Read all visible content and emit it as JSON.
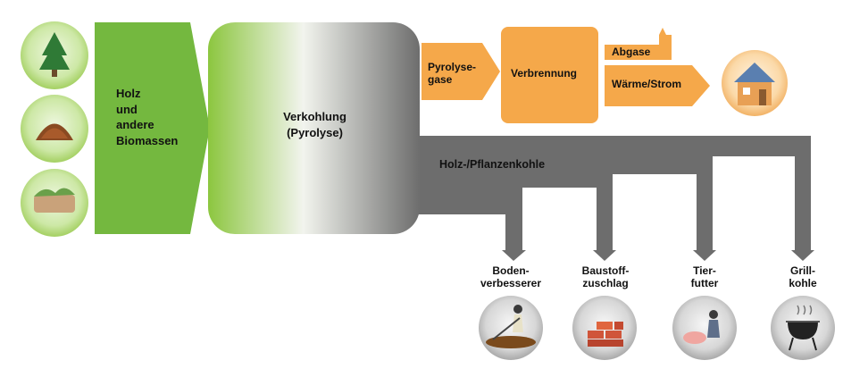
{
  "input": {
    "label_lines": [
      "Holz",
      "und",
      "andere",
      "Biomassen"
    ],
    "icons": [
      "tree-icon",
      "wood-chips-icon",
      "biomass-pile-icon"
    ]
  },
  "process": {
    "label_lines": [
      "Verkohlung",
      "(Pyrolyse)"
    ]
  },
  "pyrolysis_gas": {
    "label_lines": [
      "Pyrolyse-",
      "gase"
    ]
  },
  "combustion": {
    "label": "Verbrennung"
  },
  "exhaust": {
    "label": "Abgase"
  },
  "heat_power": {
    "label": "Wärme/Strom",
    "icon": "house-icon"
  },
  "char": {
    "label": "Holz-/Pflanzenkohle"
  },
  "products": [
    {
      "lines": [
        "Boden-",
        "verbesserer"
      ],
      "icon": "farmer-soil-icon"
    },
    {
      "lines": [
        "Baustoff-",
        "zuschlag"
      ],
      "icon": "bricks-icon"
    },
    {
      "lines": [
        "Tier-",
        "futter"
      ],
      "icon": "farmer-pig-icon"
    },
    {
      "lines": [
        "Grill-",
        "kohle"
      ],
      "icon": "grill-icon"
    }
  ],
  "colors": {
    "green_arrow": "#74b83f",
    "green_circle": "#a9d468",
    "orange": "#f5a84a",
    "gray": "#6d6d6d",
    "gray_circle": "#b8b8b8"
  }
}
